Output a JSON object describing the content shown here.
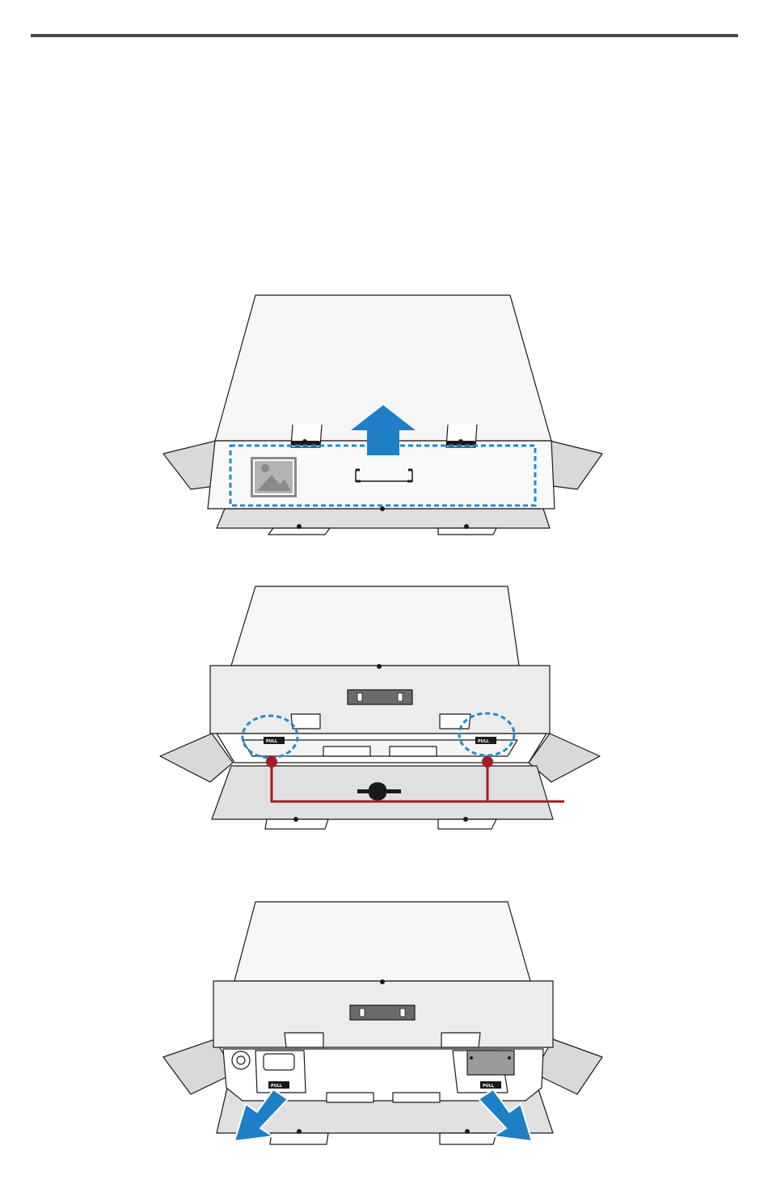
{
  "page": {
    "rule_color": "#4a4a4a"
  },
  "colors": {
    "box_top": "#f6f6f6",
    "box_front": "#ebebeb",
    "flap": "#d9d9d9",
    "outline": "#1a1a1a",
    "arrow_blue": "#1f7fc6",
    "dash_blue": "#1f8bd0",
    "callout_red": "#a31b23"
  },
  "steps": [
    {
      "name": "step-1-lift-cover",
      "icons": [
        "up-arrow-icon",
        "image-icon",
        "handle-icon"
      ]
    },
    {
      "name": "step-2-pull-tabs",
      "labels": {
        "pull_left": "PULL",
        "pull_right": "PULL"
      }
    },
    {
      "name": "step-3-remove-inserts",
      "labels": {
        "pull_left": "PULL",
        "pull_right": "PULL"
      }
    }
  ]
}
